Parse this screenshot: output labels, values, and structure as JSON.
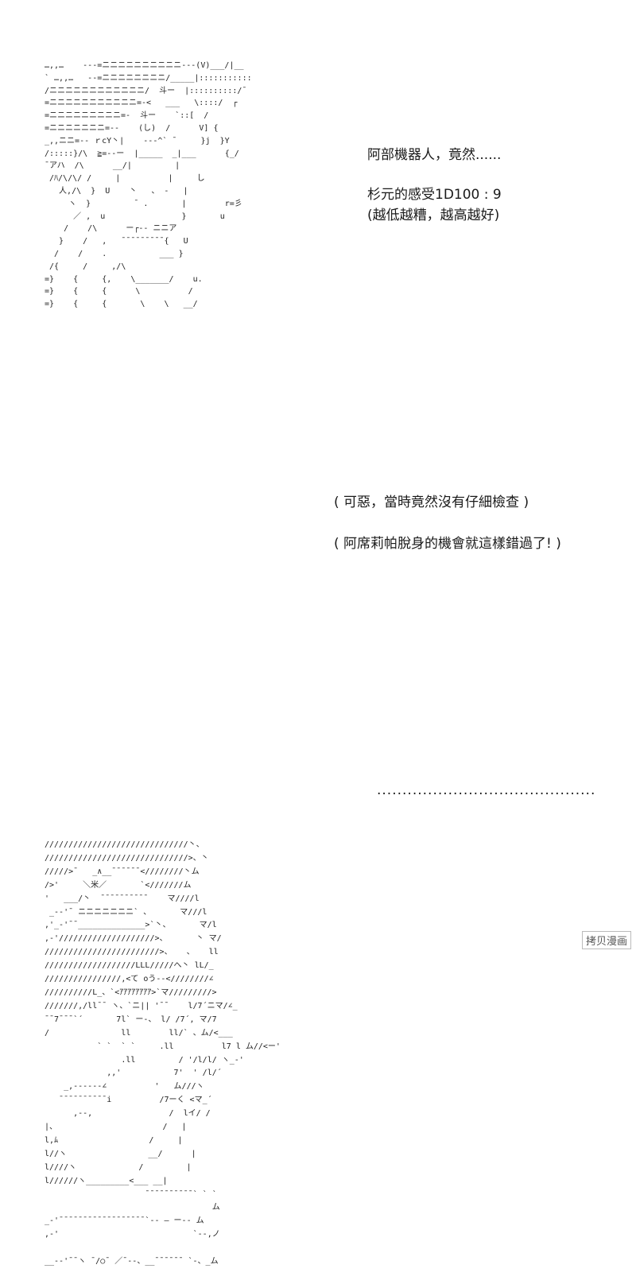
{
  "panel1": {
    "ascii_art": "…,,…    ---=ニニニニニニニニニニ---(V)___/|__\n` …,,…   --=ニニニニニニニニ/_____|:::::::::::\n/ニニニニニニニニニニニニ/  斗ー  |::::::::::/¯\n=ニニニニニニニニニニニ=-<   ___   \\::::/  ┌\n=ニニニニニニニニニ=-  斗ー    `::[  /\n=ニニニニニニニ=--    (し)  /      V] {\n_,,ニニ=-- ｒcY丶|    ---^` ¯     }j  }Y\n/:::::}/\\  ≧=--ー  |_____  _|___      {_/\n¯アハ  /\\      __/|         |\n /ﾊ/\\/\\/ /     |          |     し\n   人,/\\  }  U    丶   、 -   |\n     ヽ  }         ¯ .       |        r=彡\n      ／ ,  u                }       u\n    /    /\\      ー┌-- ニニア\n   }    /   ,   ¯¯¯¯¯¯¯¯¯{   U\n  /    /    .           ___ }\n /{     /     ,/\\        \n=}    {     {,    \\_______/    u.\n=}    {     {      \\          /\n=}    {     {       \\    \\   __/",
    "line1": "阿部機器人，竟然......",
    "line2": "杉元的感受1D100 : 9",
    "line3": "(越低越糟，越高越好)"
  },
  "panel2": {
    "ascii_art": "//////////////////////////////丶、\n//////////////////////////////>、丶\n/////>¯   _∧__¯¯¯¯¯¯<////////丶ム\n/>'     ＼米／       `<///////ム\n'   ___/丶  ¯¯¯¯¯¯¯¯¯¯    マ////l\n _--'¯ ニニニニニニニ` 、      マ///l\n,'_-'¯¯______________>`丶、      マ/l\n,-'////////////////////>、      丶 マ/\n////////////////////////>、   、   ll\n///////////////////LLL/////へ丶 lL/_\n////////////////,<て oう--<////////∠\n//////////L_、`<ｱｱｱｱｱｱｱｱ>`マ/////////>\n///////,/ll¯¯ ヽ、`ニ|| '¯¯    l/7´ニマ/∠_\n¯¯7¯¯¯`´       7l` ー-、 l/ /7´, マ/7\n/               ll        ll/` 、ム/<___\n           ` `  ` `     .ll          l7 l ム//<ー'\n                .ll         / '/l/l/ ヽ_-'\n             ,,'           7'  ' /l/´\n    _,------∠          '   ム///ヽ\n   ¯¯¯¯¯¯¯¯¯¯i          /7ーく <マ_´\n      ,--,                /  lイ/ /\n|、                      /   |\nl,ﾑ                   /     |\nl//ヽ                 __/      |\nl////ヽ             /         |\nl//////ヽ_________<___ __|\n                     ¯¯¯¯¯¯¯¯¯¯` ` `\n                                   ム\n_-'¯¯¯¯¯¯¯¯¯¯¯¯¯¯¯¯¯¯`-- ― ー-- ム\n,-'                            `--,ノ\n\n__--'¯¯ヽ ¯/○¯ ／¯--、__¯¯¯¯¯¯ `-、_ム",
    "line1": "( 可惡，當時竟然沒有仔細檢查 )",
    "line2": "( 阿席莉帕脫身的機會就這樣錯過了! )",
    "line3": "..........................................."
  },
  "watermark": "拷贝漫画"
}
